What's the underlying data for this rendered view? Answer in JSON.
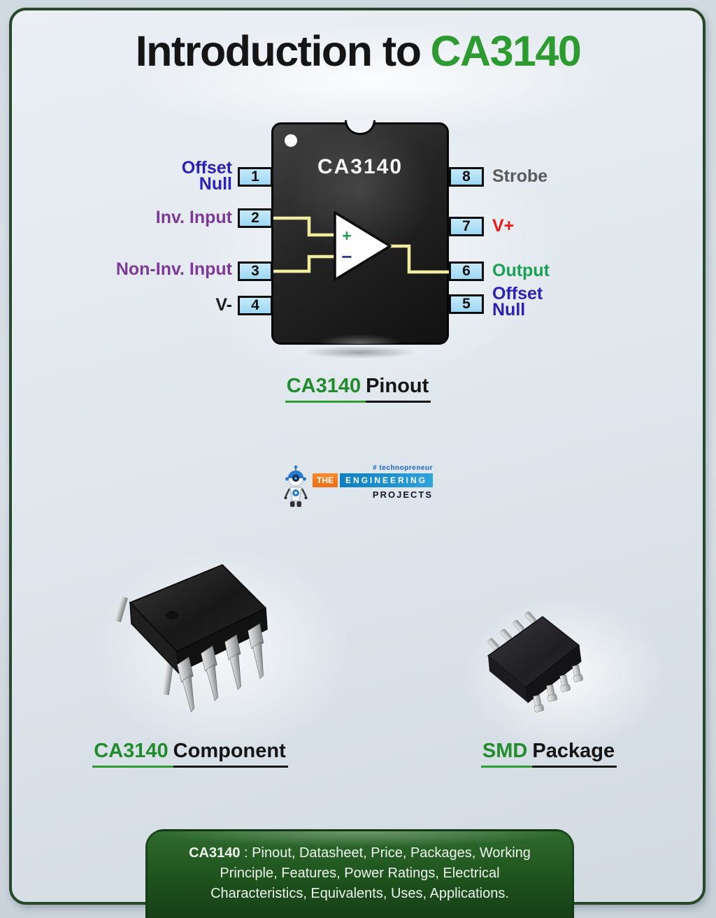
{
  "title": {
    "prefix": "Introduction to",
    "chip": "CA3140"
  },
  "colors": {
    "title_green": "#2e9b31",
    "label_blue": "#2a21b5",
    "label_purple": "#7a3a96",
    "label_red": "#e81a1a",
    "label_green": "#17a256",
    "label_gray": "#5a5a5a",
    "pin_box_blue": "#aee1f8",
    "wire_yellow": "#efeda0",
    "banner_green": "#1e521d",
    "card_border_green": "#27482a"
  },
  "pinout": {
    "chip_label": "CA3140",
    "left_pins": [
      {
        "number": "1",
        "label": "Offset\nNull"
      },
      {
        "number": "2",
        "label": "Inv. Input"
      },
      {
        "number": "3",
        "label": "Non-Inv. Input"
      },
      {
        "number": "4",
        "label": "V-"
      }
    ],
    "right_pins": [
      {
        "number": "8",
        "label": "Strobe"
      },
      {
        "number": "7",
        "label": "V+"
      },
      {
        "number": "6",
        "label": "Output"
      },
      {
        "number": "5",
        "label": "Offset\nNull"
      }
    ],
    "opamp": {
      "plus": "+",
      "minus": "−"
    },
    "caption": {
      "highlight": "CA3140",
      "rest": "Pinout"
    }
  },
  "logo": {
    "tagline": "# technopreneur",
    "word_the": "THE",
    "word_engineering": "ENGINEERING",
    "word_projects": "PROJECTS"
  },
  "figures": {
    "component_caption": {
      "highlight": "CA3140",
      "rest": "Component"
    },
    "smd_caption": {
      "highlight": "SMD",
      "rest": "Package"
    }
  },
  "banner": {
    "chip": "CA3140",
    "rest": " : Pinout, Datasheet, Price, Packages, Working Principle, Features, Power Ratings, Electrical Characteristics, Equivalents, Uses, Applications."
  }
}
